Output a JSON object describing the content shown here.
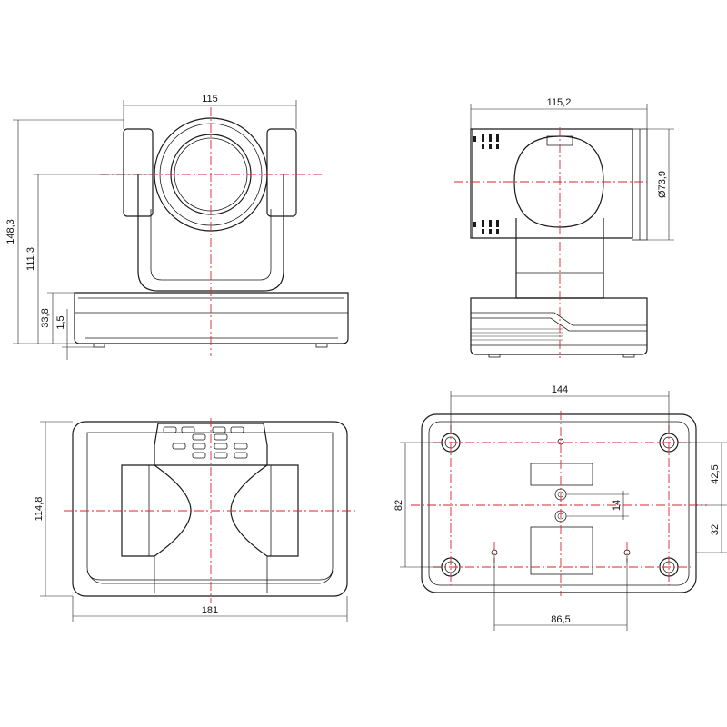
{
  "colors": {
    "line": "#1a1a1a",
    "centerline": "#d9262c",
    "background": "#ffffff"
  },
  "front_view": {
    "dim_width": "115",
    "dim_total_height": "148,3",
    "dim_axis_height": "111,3",
    "dim_base_height": "33,8",
    "dim_foot": "1,5"
  },
  "side_view": {
    "dim_depth": "115,2",
    "dim_lens_diameter": "Ø73,9"
  },
  "top_view": {
    "dim_depth": "114,8",
    "dim_width": "181"
  },
  "bottom_view": {
    "dim_hole_spacing_x": "144",
    "dim_hole_spacing_y": "82",
    "dim_upper_offset": "42,5",
    "dim_lower_offset": "32",
    "dim_center_offset": "14",
    "dim_inner_spacing": "86,5"
  }
}
